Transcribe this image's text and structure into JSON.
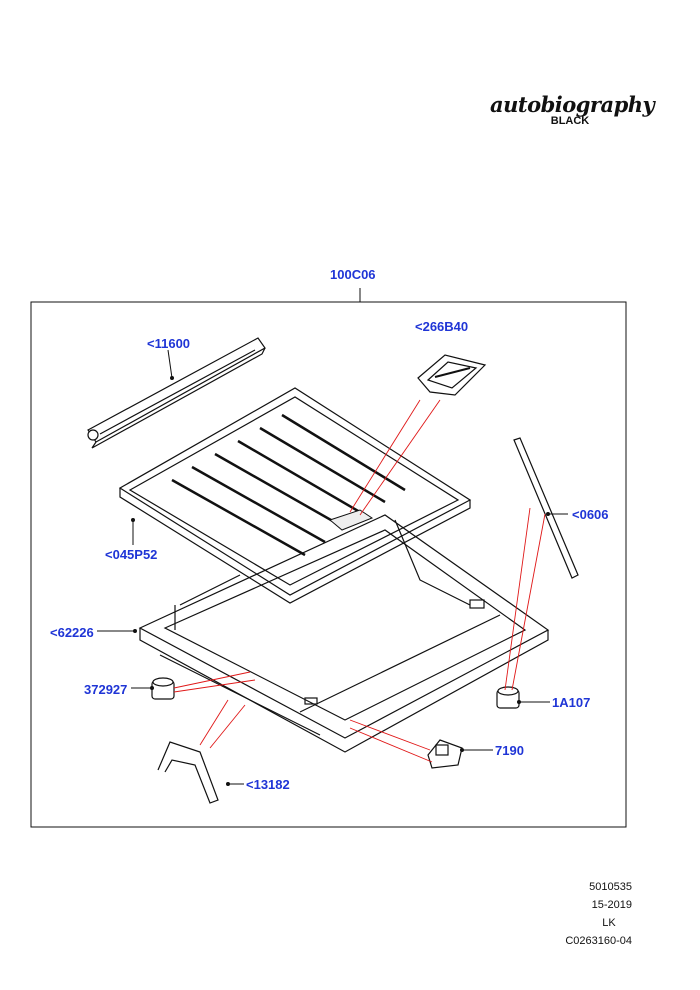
{
  "brand": {
    "script": "autobiography",
    "sub": "BLACK"
  },
  "assembly_label": "100C06",
  "callouts": {
    "c11600": "<11600",
    "c266B40": "<266B40",
    "c0606": "<0606",
    "c045P52": "<045P52",
    "c62226": "<62226",
    "c372927": "372927",
    "c1A107": "1A107",
    "c7190": "7190",
    "c13182": "<13182"
  },
  "footer": {
    "line1": "5010535",
    "line2": "15-2019",
    "line3": "LK",
    "line4": "C0263160-04"
  },
  "colors": {
    "callout": "#1f35d6",
    "leader_red": "#e01818",
    "line": "#111111"
  }
}
